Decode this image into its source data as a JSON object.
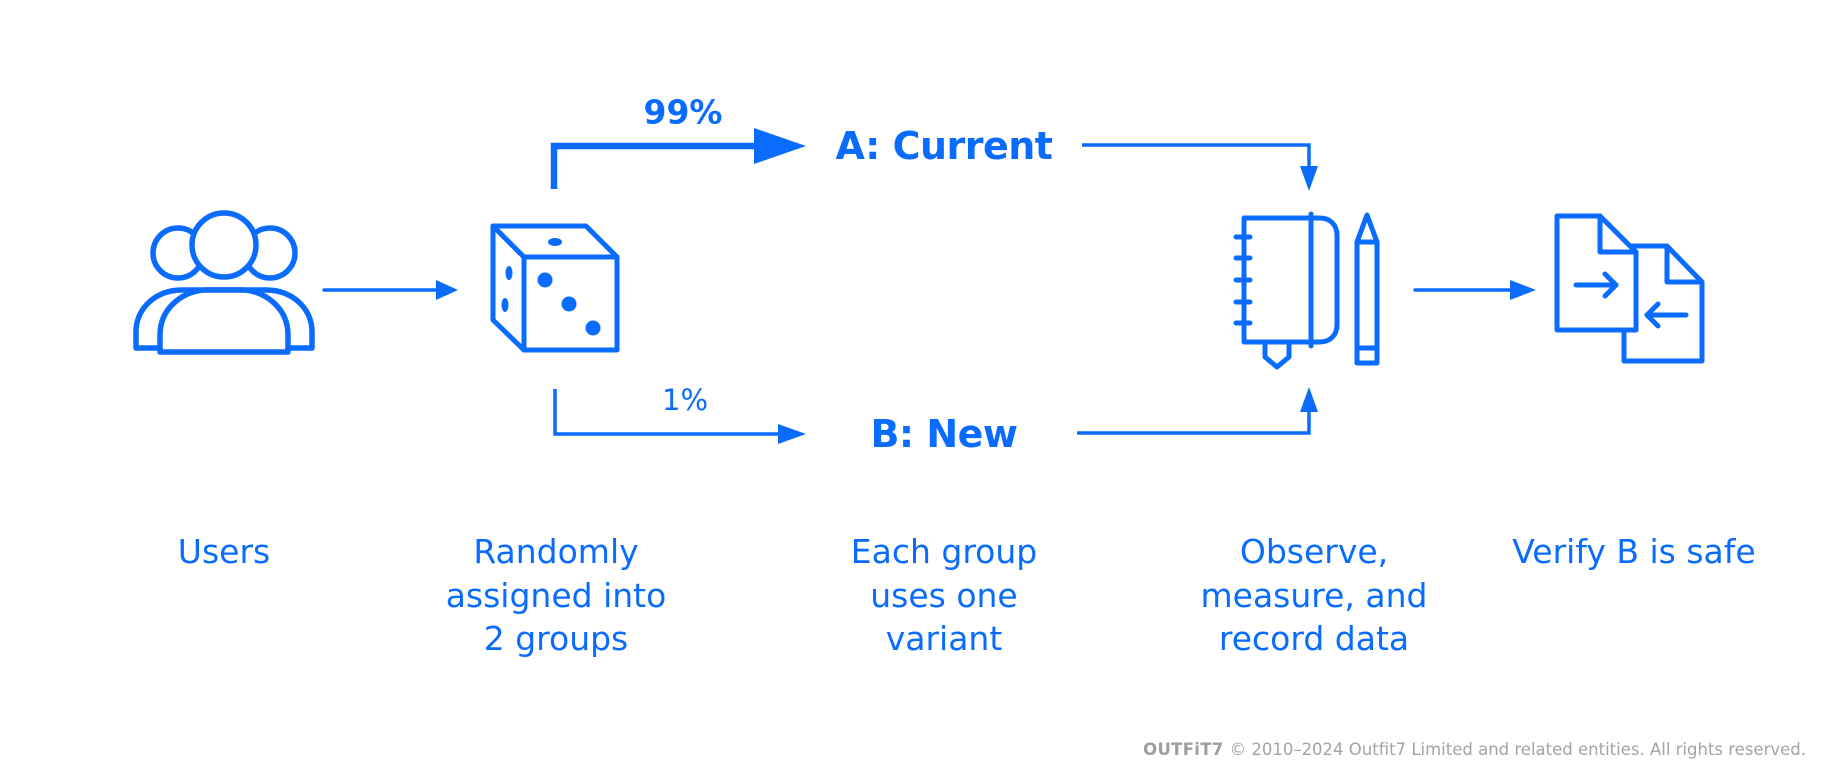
{
  "colors": {
    "primary": "#0a6cff",
    "footer_text": "#a3a3a3",
    "background": "#ffffff"
  },
  "flow": {
    "top_branch": {
      "percentage": "99%",
      "variant": "A: Current"
    },
    "bottom_branch": {
      "percentage": "1%",
      "variant": "B: New"
    }
  },
  "icons": [
    {
      "name": "users-icon",
      "step": "Users"
    },
    {
      "name": "dice-icon",
      "step": "Randomly assigned into 2 groups"
    },
    {
      "name": "notebook-pencil-icon",
      "step": "Observe, measure, and record data"
    },
    {
      "name": "documents-exchange-icon",
      "step": "Verify B is safe"
    }
  ],
  "steps": [
    {
      "lines": [
        "Users"
      ]
    },
    {
      "lines": [
        "Randomly",
        "assigned into",
        "2 groups"
      ]
    },
    {
      "lines": [
        "Each group",
        "uses one",
        "variant"
      ]
    },
    {
      "lines": [
        "Observe,",
        "measure, and",
        "record data"
      ]
    },
    {
      "lines": [
        "Verify B is safe"
      ]
    }
  ],
  "footer": {
    "brand": "OUTFiT7",
    "copyright": "© 2010–2024 Outfit7 Limited and related entities. All rights reserved."
  }
}
